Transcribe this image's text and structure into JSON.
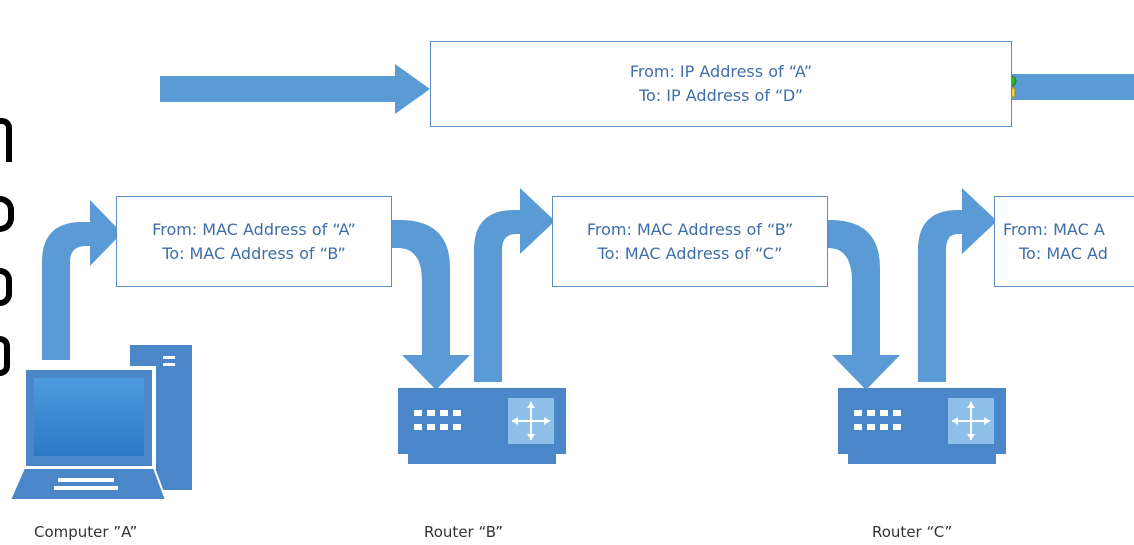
{
  "ip_box": {
    "from": "From: IP Address of “A”",
    "to": "To: IP Address of “D”"
  },
  "mac_boxes": [
    {
      "from": "From: MAC Address of “A”",
      "to": "To: MAC Address of “B”"
    },
    {
      "from": "From: MAC Address of “B”",
      "to": "To: MAC Address of “C”"
    },
    {
      "from": "From: MAC A",
      "to": "To: MAC Ad"
    }
  ],
  "devices": [
    {
      "label": "Computer ”A”",
      "icon": "computer-icon"
    },
    {
      "label": "Router “B”",
      "icon": "router-icon"
    },
    {
      "label": "Router “C”",
      "icon": "router-icon"
    }
  ],
  "colors": {
    "arrow": "#5b9bd5",
    "device": "#4a86c8",
    "box_text": "#3f6ea8",
    "box_border": "#5b8ec8"
  }
}
